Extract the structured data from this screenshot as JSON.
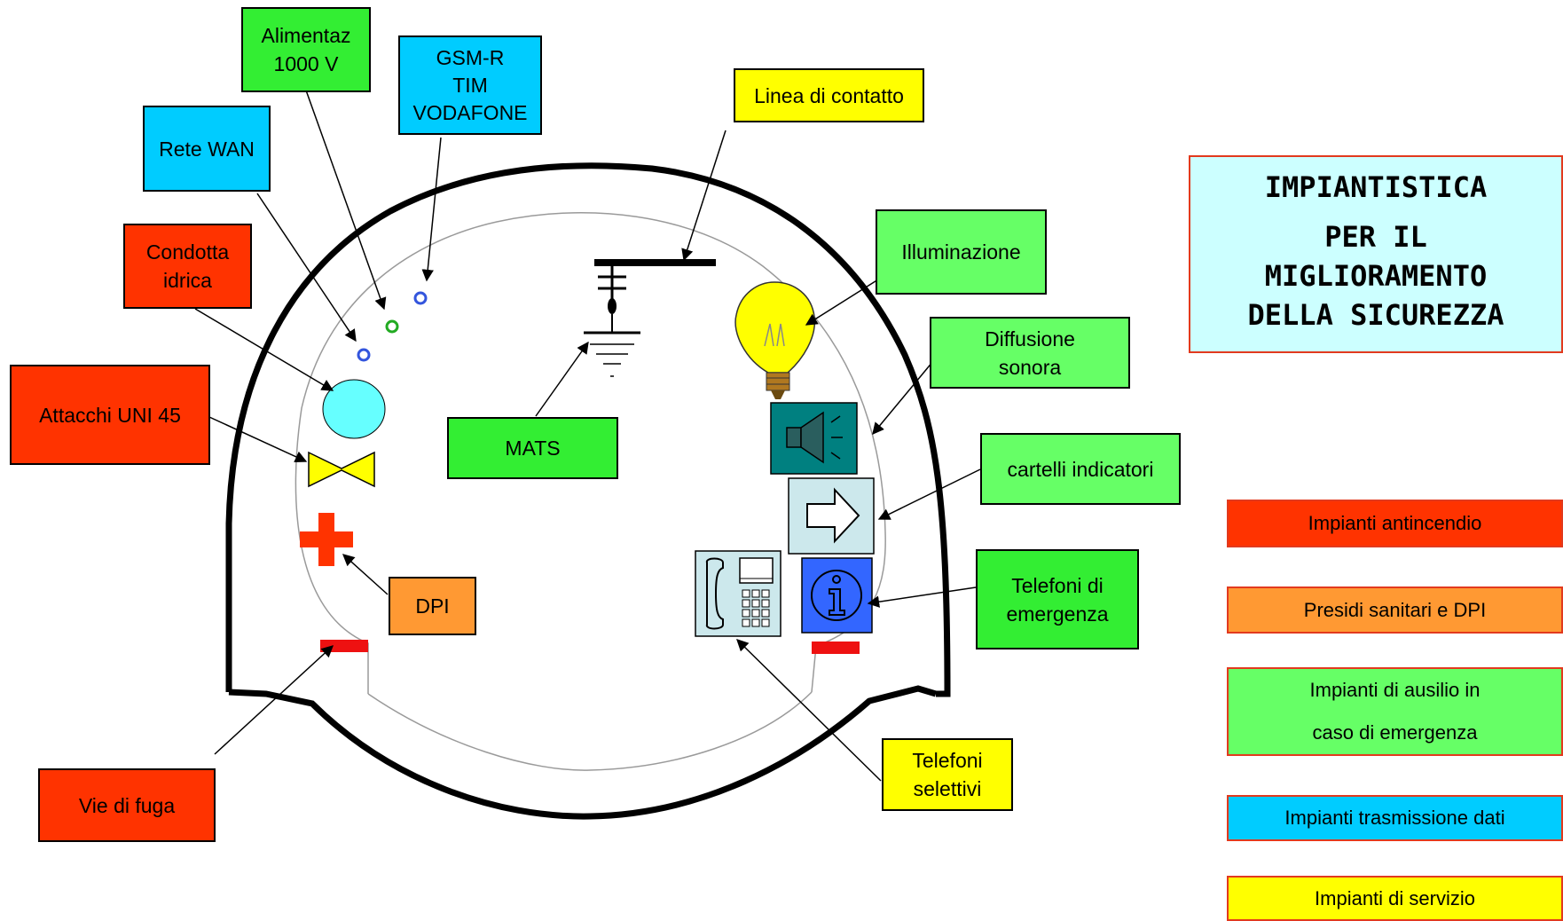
{
  "title": {
    "line1": "IMPIANTISTICA",
    "line2": "PER IL",
    "line3": "MIGLIORAMENTO",
    "line4": "DELLA SICUREZZA"
  },
  "colors": {
    "antincendio": "#ff3300",
    "presidi": "#ff9933",
    "emergenza": "#66ff66",
    "trasmissione": "#00ccff",
    "servizio": "#ffff00",
    "title_bg": "#ccffff",
    "legend_border": "#e23a1e"
  },
  "labels": {
    "alimentaz": [
      "Alimentaz",
      "1000 V"
    ],
    "gsm": [
      "GSM-R",
      "TIM",
      "VODAFONE"
    ],
    "rete_wan": "Rete WAN",
    "linea": "Linea di contatto",
    "condotta": [
      "Condotta",
      "idrica"
    ],
    "illuminazione": "Illuminazione",
    "diffusione": [
      "Diffusione",
      "sonora"
    ],
    "attacchi": "Attacchi UNI 45",
    "mats": "MATS",
    "cartelli": "cartelli indicatori",
    "dpi": "DPI",
    "telefoni_emergenza": [
      "Telefoni di",
      "emergenza"
    ],
    "vie_fuga": "Vie di fuga",
    "telefoni_selettivi": [
      "Telefoni",
      "selettivi"
    ]
  },
  "legend": {
    "antincendio": "Impianti antincendio",
    "presidi": "Presidi  sanitari e DPI",
    "emergenza": [
      "Impianti di ausilio in",
      "caso di  emergenza"
    ],
    "trasmissione": "Impianti trasmissione dati",
    "servizio": "Impianti di servizio"
  },
  "icons": [
    "light-bulb-icon",
    "speaker-icon",
    "arrow-sign-icon",
    "info-icon",
    "telephone-icon",
    "first-aid-cross-icon",
    "valve-icon",
    "catenary-icon",
    "ground-icon"
  ]
}
